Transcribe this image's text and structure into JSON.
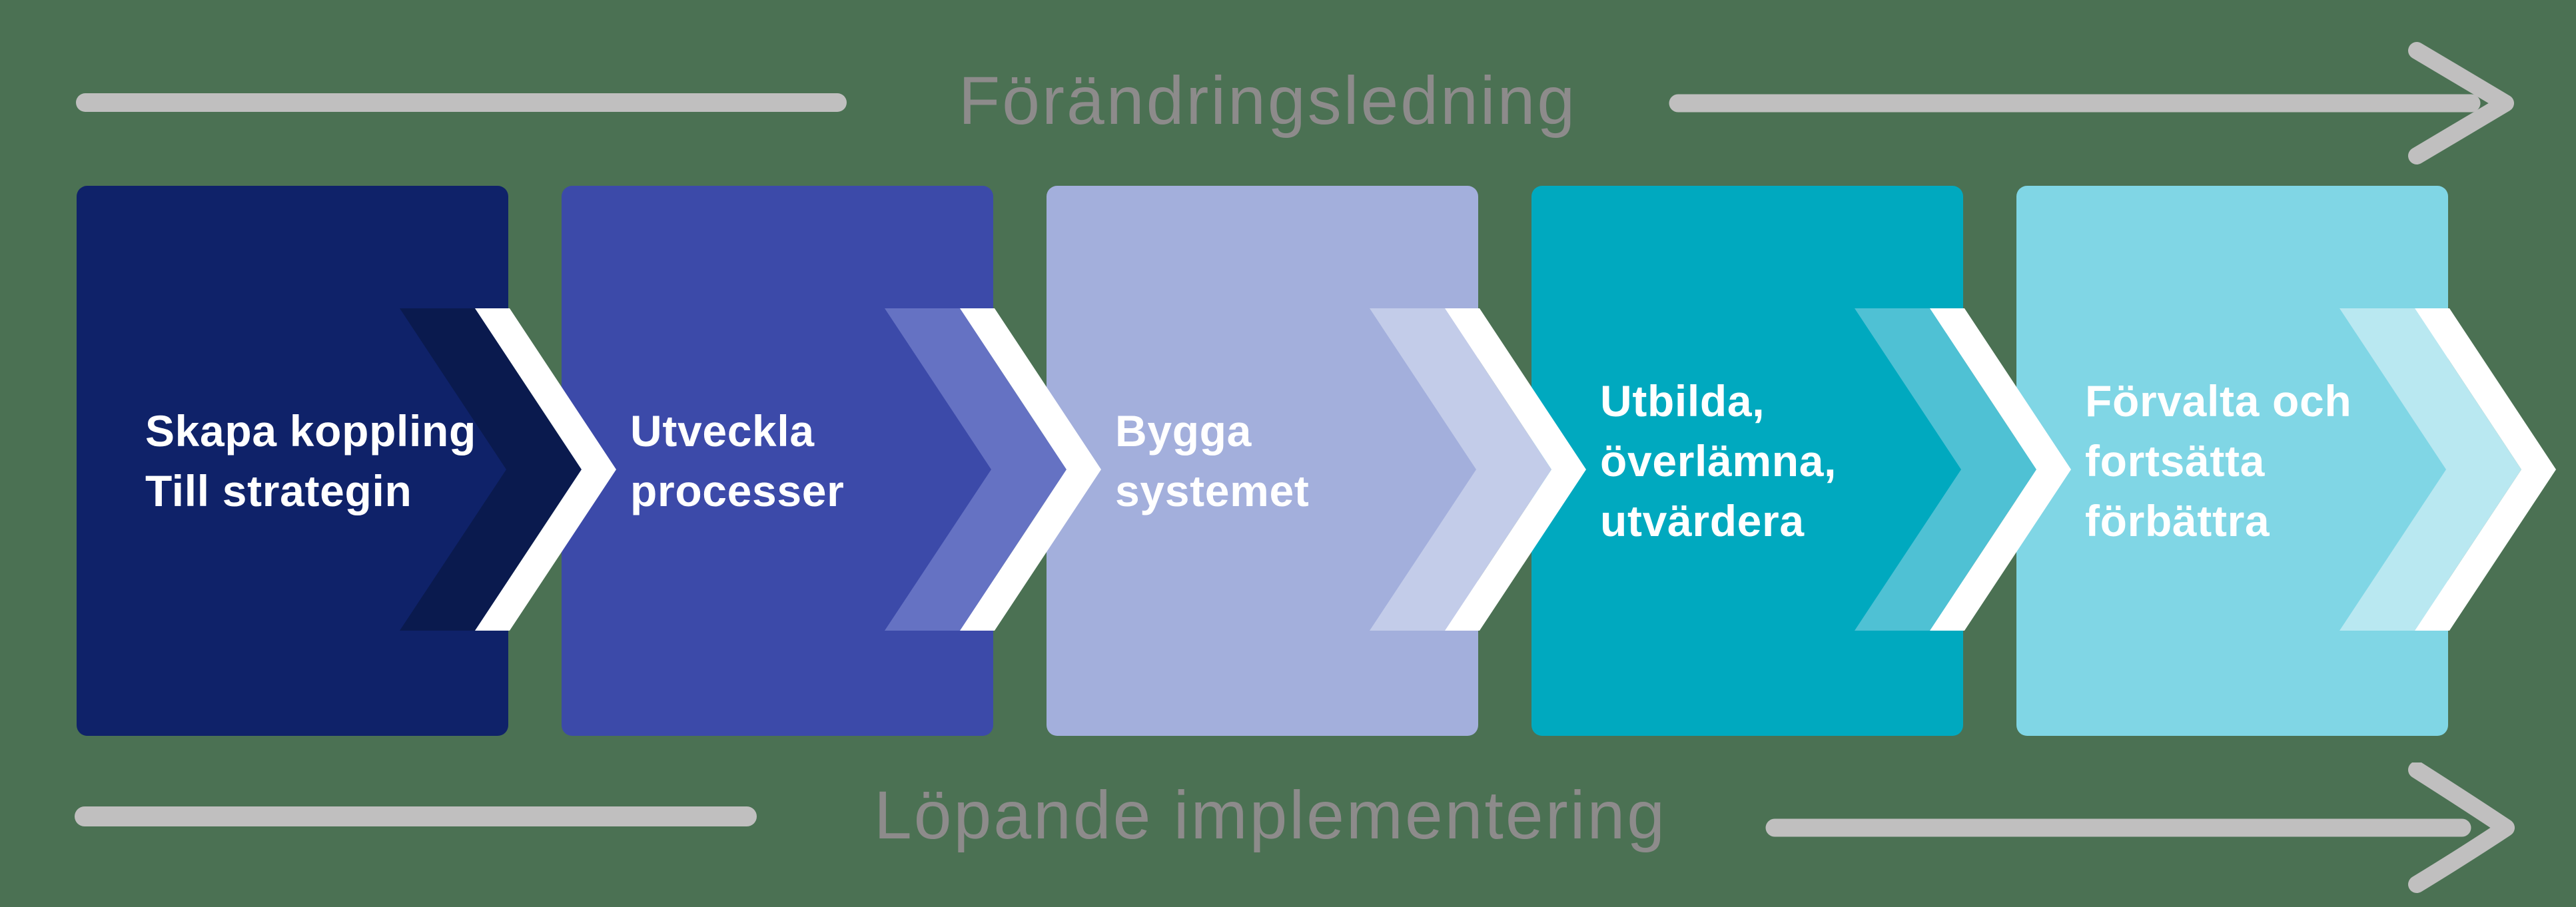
{
  "header": {
    "label": "Förändringsledning"
  },
  "footer": {
    "label": "Löpande implementering"
  },
  "colors": {
    "background": "#4b7153",
    "arrow_line": "#c0bfbf",
    "label_gray": "#8d8b8b",
    "step_text": "#ffffff",
    "chevron_white": "#ffffff"
  },
  "steps": [
    {
      "label_lines": [
        "Skapa koppling",
        "Till strategin"
      ],
      "fill": "#0f2269",
      "band": "#0a1a4e"
    },
    {
      "label_lines": [
        "Utveckla",
        "processer"
      ],
      "fill": "#3c4aa9",
      "band": "#6572c3"
    },
    {
      "label_lines": [
        "Bygga",
        "systemet"
      ],
      "fill": "#a3afdc",
      "band": "#c3cce9"
    },
    {
      "label_lines": [
        "Utbilda,",
        "överlämna,",
        "utvärdera"
      ],
      "fill": "#00a9bf",
      "band": "#4fc1d4"
    },
    {
      "label_lines": [
        "Förvalta och",
        "fortsätta",
        "förbättra"
      ],
      "fill": "#80d6e5",
      "band": "#b9e8f1"
    }
  ]
}
